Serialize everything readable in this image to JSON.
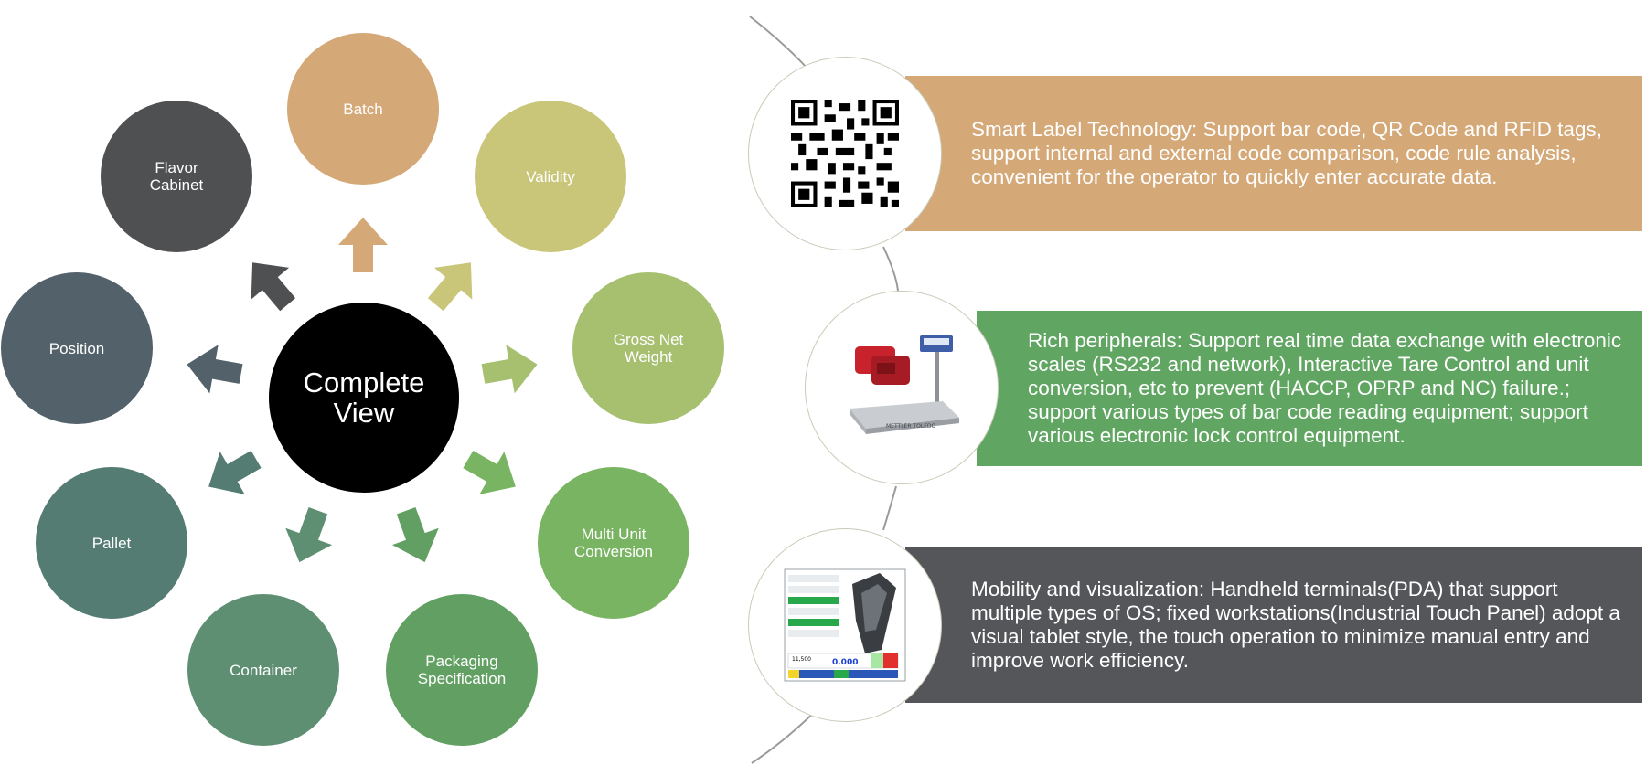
{
  "diagram": {
    "center": {
      "label": "Complete\nView",
      "color": "#000000"
    },
    "nodes": [
      {
        "id": "batch",
        "label": "Batch",
        "color": "#d5a878"
      },
      {
        "id": "validity",
        "label": "Validity",
        "color": "#c9c579"
      },
      {
        "id": "gross-net-weight",
        "label": "Gross Net\nWeight",
        "color": "#a6c070"
      },
      {
        "id": "multi-unit-conversion",
        "label": "Multi Unit\nConversion",
        "color": "#79b462"
      },
      {
        "id": "packaging-specification",
        "label": "Packaging\nSpecification",
        "color": "#61a062"
      },
      {
        "id": "container",
        "label": "Container",
        "color": "#5e8f72"
      },
      {
        "id": "pallet",
        "label": "Pallet",
        "color": "#557c72"
      },
      {
        "id": "position",
        "label": "Position",
        "color": "#52616a"
      },
      {
        "id": "flavor-cabinet",
        "label": "Flavor\nCabinet",
        "color": "#4f5052"
      }
    ]
  },
  "features": [
    {
      "id": "smart-label",
      "text": "Smart Label Technology: Support bar code, QR Code and RFID tags, support internal and external code comparison, code rule analysis, convenient for the operator to quickly enter accurate data.",
      "color": "#d5a878",
      "icon": "qr-code-icon"
    },
    {
      "id": "peripherals",
      "text": "Rich peripherals: Support real time data exchange with electronic scales (RS232 and network), Interactive Tare Control and unit conversion, etc to prevent (HACCP, OPRP and NC) failure.; support various types of bar code reading equipment; support various electronic lock control equipment.",
      "color": "#60a662",
      "icon": "electronic-scale-icon",
      "image_text": "METTLER TOLEDO"
    },
    {
      "id": "mobility",
      "text": "Mobility and visualization: Handheld terminals(PDA) that support multiple types of  OS; fixed workstations(Industrial Touch Panel) adopt a visual tablet style, the touch operation to minimize manual entry and improve work efficiency.",
      "color": "#545659",
      "icon": "handheld-terminal-icon",
      "image_text": {
        "weight_left": "11,500",
        "weight_main": "0.000"
      }
    }
  ]
}
